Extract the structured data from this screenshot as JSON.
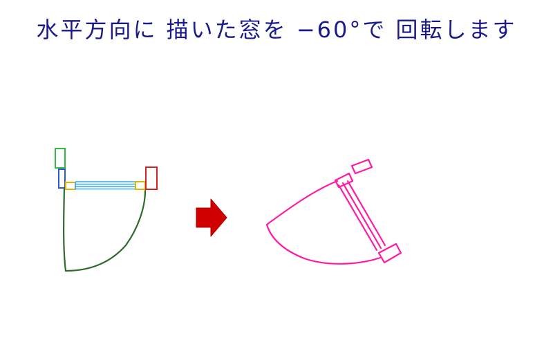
{
  "title": "水平方向に 描いた窓を −60°で 回転します",
  "colors": {
    "title": "#1a1a8c",
    "outline_green": "#2e6b2e",
    "handle_green": "#33bb44",
    "handle_blue": "#2a5bd6",
    "handle_yellow": "#e8b000",
    "handle_red": "#d42020",
    "glass_cyan": "#33aaee",
    "arrow_red": "#d00000",
    "rotated_magenta": "#ff1aa6"
  },
  "figures": {
    "before": "horizontal-window",
    "transition": "red-arrow-right",
    "after": "window-rotated-minus-60"
  }
}
